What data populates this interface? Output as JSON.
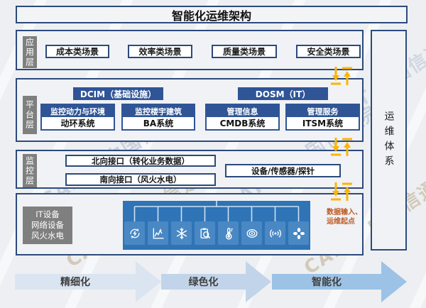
{
  "title": "智能化运维架构",
  "right_panel": {
    "label": "运维体系"
  },
  "app_layer": {
    "label": "应用层",
    "items": [
      "成本类场景",
      "效率类场景",
      "质量类场景",
      "安全类场景"
    ]
  },
  "platform_layer": {
    "label": "平台层",
    "group_headers": [
      "DCIM（基础设施）",
      "DOSM（IT）"
    ],
    "systems": [
      {
        "top": "监控动力与环境",
        "bottom": "动环系统"
      },
      {
        "top": "监控楼宇建筑",
        "bottom": "BA系统"
      },
      {
        "top": "管理信息",
        "bottom": "CMDB系统"
      },
      {
        "top": "管理服务",
        "bottom": "ITSM系统"
      }
    ]
  },
  "monitor_layer": {
    "label": "监控层",
    "north_interface": "北向接口（转化业务数据）",
    "south_interface": "南向接口（风火水电）",
    "devices": "设备/传感器/探针"
  },
  "device_layer": {
    "lines": [
      "IT设备",
      "网络设备",
      "风火水电"
    ],
    "icons": [
      "energy-cycle-icon",
      "power-chart-icon",
      "snowflake-icon",
      "inspection-icon",
      "thermometer-icon",
      "coil-icon",
      "wireless-sensor-icon",
      "fan-icon"
    ]
  },
  "annotation": {
    "lines": [
      "数据输入、",
      "运维起点"
    ]
  },
  "bottom_arrows": [
    {
      "label": "精细化"
    },
    {
      "label": "绿色化"
    },
    {
      "label": "智能化"
    }
  ],
  "watermark": {
    "text": "CAICT 中国信通院"
  },
  "colors": {
    "navy_border": "#2c4a7c",
    "header_blue": "#2f5597",
    "panel_blue": "#2e74b6",
    "tile_blue": "#4a88c4",
    "accent_orange": "#ffb400",
    "annotation_orange": "#bf5b21",
    "label_gray": "#7f7f7f",
    "arrow_blue_1": "#dbe5f1",
    "arrow_blue_2": "#c2d4e9",
    "arrow_blue_3": "#9cc2e5"
  }
}
